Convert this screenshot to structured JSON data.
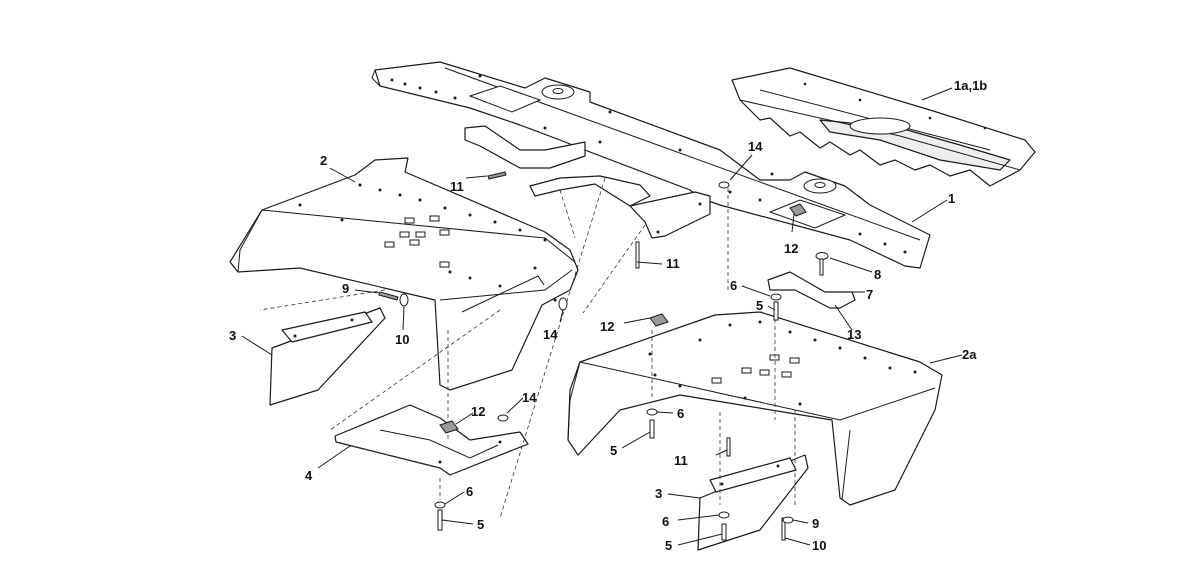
{
  "callouts": {
    "c1": "1",
    "c1a1b": "1a,1b",
    "c2": "2",
    "c2a": "2a",
    "c3_left": "3",
    "c3_right": "3",
    "c4": "4",
    "c5_a": "5",
    "c5_b": "5",
    "c5_c": "5",
    "c5_d": "5",
    "c6_a": "6",
    "c6_b": "6",
    "c6_c": "6",
    "c6_d": "6",
    "c7": "7",
    "c8": "8",
    "c9_left": "9",
    "c9_right": "9",
    "c10_left": "10",
    "c10_right": "10",
    "c11_a": "11",
    "c11_b": "11",
    "c11_c": "11",
    "c12_a": "12",
    "c12_b": "12",
    "c12_c": "12",
    "c13": "13",
    "c14_a": "14",
    "c14_b": "14",
    "c14_c": "14"
  }
}
